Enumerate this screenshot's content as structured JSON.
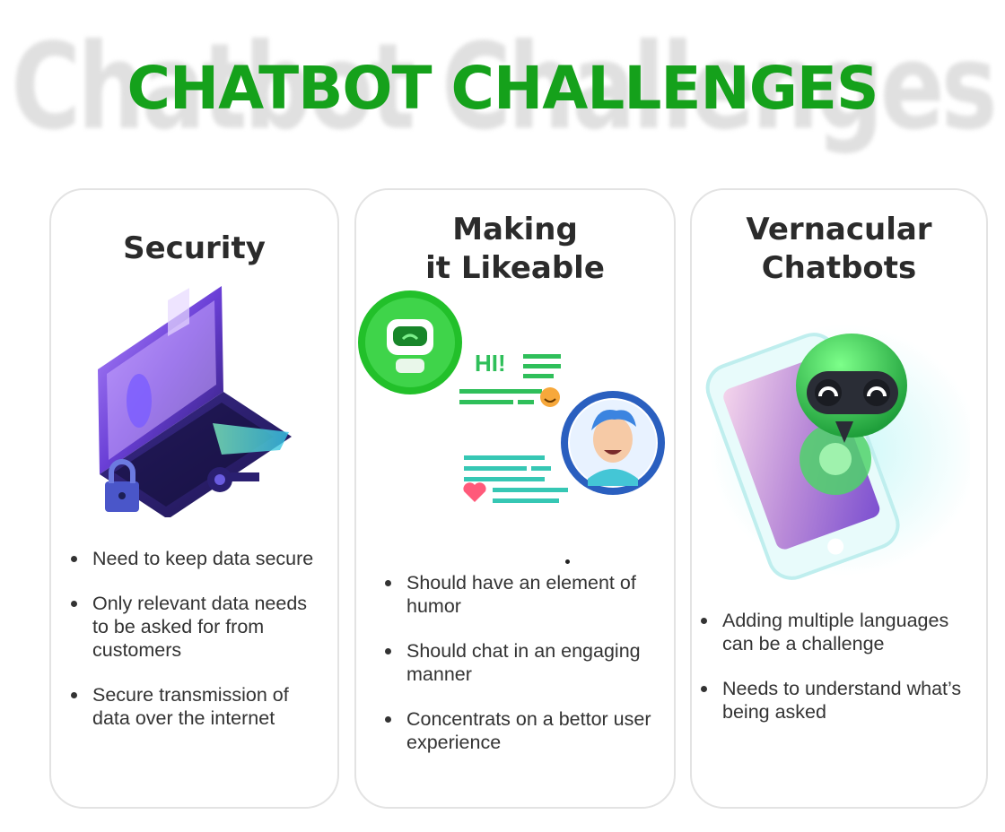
{
  "header": {
    "shadow_text": "Chatbot Challenges",
    "title": "CHATBOT CHALLENGES"
  },
  "colors": {
    "accent_green": "#15a11b",
    "card_border": "#e3e3e3",
    "text": "#2b2b2b"
  },
  "cards": [
    {
      "title_lines": [
        "Security"
      ],
      "illustration": "laptop-lock-icon",
      "points": [
        "Need to keep data secure",
        "Only relevant data needs to be asked for from customers",
        "Secure transmission of data over the internet"
      ]
    },
    {
      "title_lines": [
        "Making",
        "it Likeable"
      ],
      "illustration": "chat-conversation-icon",
      "bubble_text": "HI!",
      "points": [
        "Should have an element of humor",
        "Should chat in an engaging manner",
        "Concentrats on a bettor user experience"
      ]
    },
    {
      "title_lines": [
        "Vernacular",
        "Chatbots"
      ],
      "illustration": "phone-robot-icon",
      "points": [
        "Adding multiple languages can be a challenge",
        "Needs to understand what’s being asked"
      ]
    }
  ]
}
